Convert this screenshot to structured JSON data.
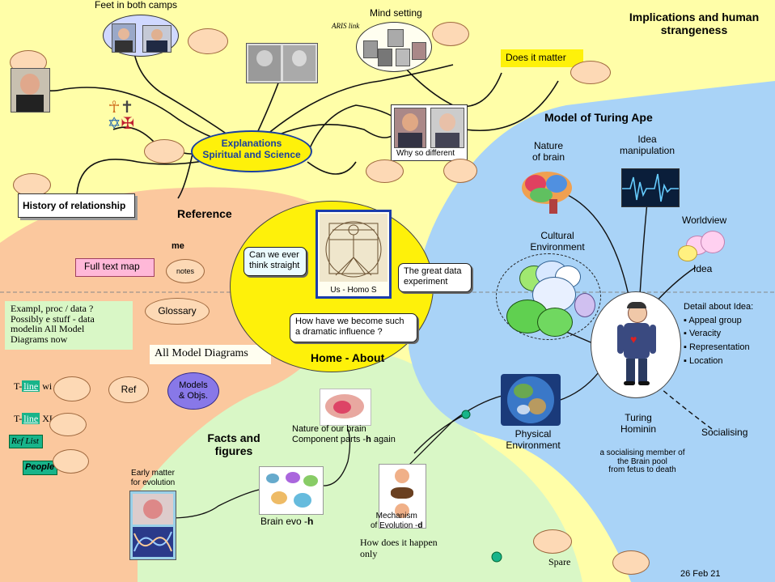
{
  "title": "Implications and human\nstrangeness",
  "date": "26 Feb 21",
  "top": {
    "feet_in_both_camps": "Feet in both camps",
    "mind_setting": "Mind setting",
    "aris_link": "ARIS link",
    "does_it_matter": "Does it matter",
    "why_so_different": "Why so different",
    "explanations": "Explanations\nSpiritual and Science",
    "history": "History of relationship"
  },
  "reference": {
    "title": "Reference",
    "me": "me",
    "full_text_map": "Full text map",
    "notes": "notes",
    "glossary": "Glossary",
    "example_note": "Exampl, proc / data ?\nPossibly e stuff - data\nmodelin All Model\nDiagrams now",
    "all_model_diagrams": "All Model Diagrams",
    "tline_prefix": "T-",
    "tline_link": "line",
    "tline_tail": " wi",
    "tline_xls_link": "line",
    "tline_xls_tail": " XLS",
    "ref": "Ref",
    "models": "Models\n& Objs.",
    "ref_list": "Ref List",
    "people": "People"
  },
  "home": {
    "title": "Home - About",
    "think_straight": "Can we ever\nthink straight",
    "us_homo": "Us - Homo S",
    "great_data": "The great data\nexperiment",
    "dramatic": "How have we become such\na dramatic influence ?"
  },
  "facts": {
    "title": "Facts and\nfigures",
    "early_matter": "Early matter\nfor evolution",
    "brain_evo": "Brain evo -",
    "brain_evo_bold": "h",
    "nature_brain": "Nature of our brain\nComponent parts -",
    "nature_brain_bold": "h",
    "nature_brain_tail": " again",
    "mechanism": "Mechanism\nof Evolution -",
    "mechanism_bold": "d",
    "how_happen": "How does it happen\nonly",
    "spare": "Spare"
  },
  "turing": {
    "title": "Model of Turing Ape",
    "nature_of_brain": "Nature\nof  brain",
    "idea_manipulation": "Idea\nmanipulation",
    "worldview": "Worldview",
    "cultural": "Cultural\nEnvironment",
    "idea": "Idea",
    "detail_title": "Detail about Idea:",
    "detail_items": [
      "Appeal group",
      "Veracity",
      "Representation",
      "Location"
    ],
    "physical": "Physical\nEnvironment",
    "turing_hominin": "Turing\nHominin",
    "socialising": "Socialising",
    "socialising_member": "a socialising member of\nthe Brain pool\nfrom fetus to death"
  },
  "colors": {
    "yellow": "#fffea8",
    "peach": "#fbc89e",
    "green": "#d9f7c6",
    "blue": "#a9d3f7",
    "home_yellow": "#fef10a",
    "oval_fill": "#fdd9b5"
  }
}
